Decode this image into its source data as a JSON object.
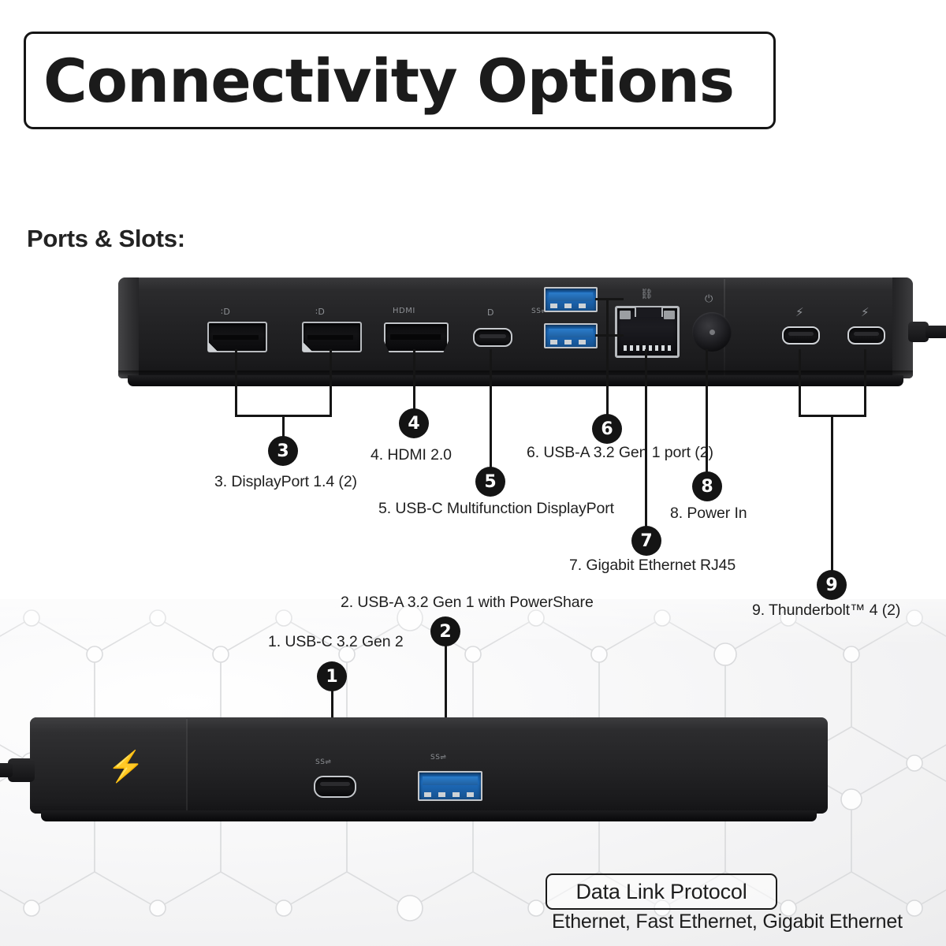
{
  "header": {
    "title": "Connectivity Options"
  },
  "section": {
    "title": "Ports & Slots:"
  },
  "ports": [
    {
      "num": "1",
      "label": "1. USB-C 3.2 Gen 2"
    },
    {
      "num": "2",
      "label": "2. USB-A 3.2 Gen 1 with PowerShare"
    },
    {
      "num": "3",
      "label": "3. DisplayPort 1.4 (2)"
    },
    {
      "num": "4",
      "label": "4. HDMI 2.0"
    },
    {
      "num": "5",
      "label": "5. USB-C Multifunction DisplayPort"
    },
    {
      "num": "6",
      "label": "6. USB-A 3.2 Gen 1 port (2)"
    },
    {
      "num": "7",
      "label": "7. Gigabit Ethernet RJ45"
    },
    {
      "num": "8",
      "label": "8. Power In"
    },
    {
      "num": "9",
      "label": "9. Thunderbolt™ 4 (2)"
    }
  ],
  "port_glyphs": {
    "displayport": "∶D",
    "hdmi": "HDMI",
    "usbc_dp": "D",
    "usb_ss": "SS⇌",
    "ethernet": "⛓",
    "power": "⏻",
    "thunderbolt": "⚡"
  },
  "footer": {
    "protocol_label": "Data Link Protocol",
    "protocol_value": "Ethernet, Fast Ethernet, Gigabit Ethernet"
  },
  "colors": {
    "text": "#1a1a1a",
    "badge_bg": "#141414",
    "badge_text": "#ffffff",
    "usb_blue": "#1d6cbd",
    "port_chrome": "#c3c6ca",
    "device_black": "#232325"
  }
}
